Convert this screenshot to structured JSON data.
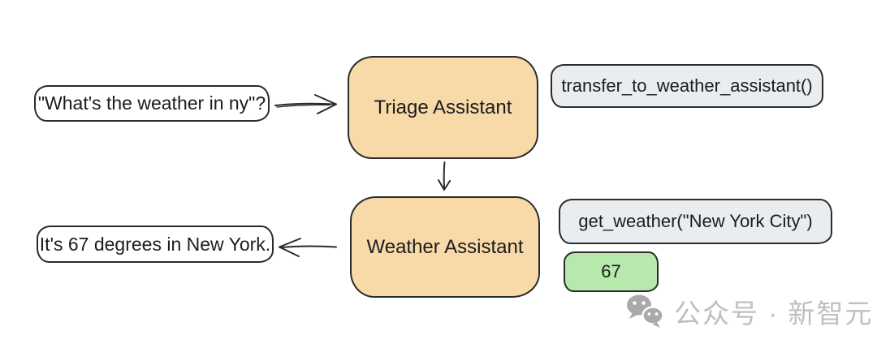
{
  "diagram": {
    "user_query": "\"What's the weather in ny\"?",
    "triage_agent_label": "Triage Assistant",
    "transfer_call_label": "transfer_to_weather_assistant()",
    "weather_agent_label": "Weather Assistant",
    "weather_call_label": "get_weather(\"New York City\")",
    "weather_result_value": "67",
    "final_response": "It's 67 degrees in New York."
  },
  "watermark": {
    "icon": "wechat-icon",
    "label": "公众号 · 新智元"
  },
  "colors": {
    "agent_fill": "#f8d9a8",
    "call_fill": "#e9edf0",
    "result_fill": "#b6e9ab",
    "bubble_fill": "#ffffff",
    "stroke": "#2b2b2b",
    "text": "#1c1c1c",
    "watermark": "#bfbfbf"
  }
}
